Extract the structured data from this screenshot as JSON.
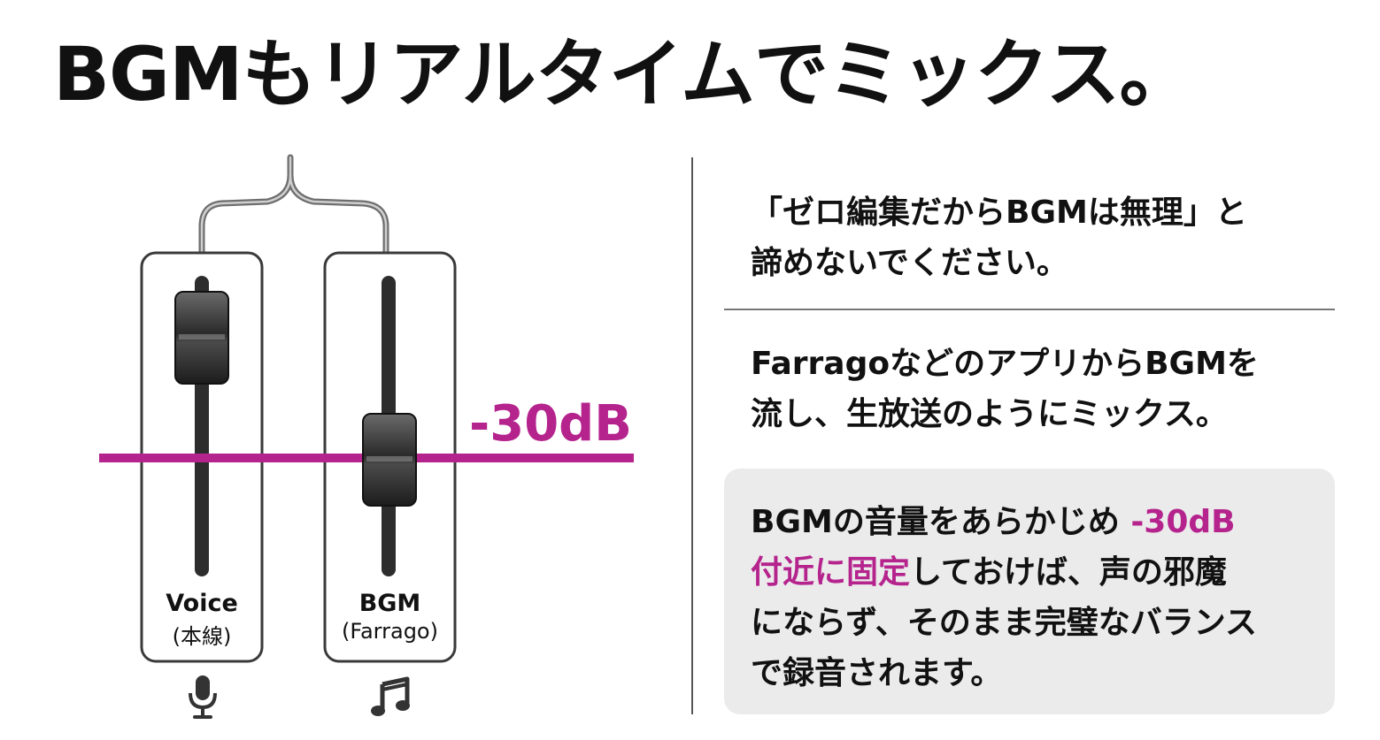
{
  "title": "BGMもリアルタイムでミックス。",
  "diagram": {
    "strips": [
      {
        "label": "Voice",
        "sublabel": "(本線)",
        "icon": "microphone-icon"
      },
      {
        "label": "BGM",
        "sublabel": "(Farrago)",
        "icon": "music-note-icon"
      }
    ],
    "level_label": "-30dB",
    "accent_color": "#b5238d"
  },
  "panel": {
    "text1": [
      "「ゼロ編集だからBGMは無理」と",
      "諦めないでください。"
    ],
    "text2": [
      "FarragoなどのアプリからBGMを",
      "流し、生放送のようにミックス。"
    ],
    "note": {
      "line1_pre": "BGMの音量をあらかじめ ",
      "line1_accent": "-30dB",
      "line2_accent": "付近に固定",
      "line2_post": "しておけば、声の邪魔",
      "line3": "にならず、そのまま完璧なバランス",
      "line4": "で録音されます。"
    }
  }
}
